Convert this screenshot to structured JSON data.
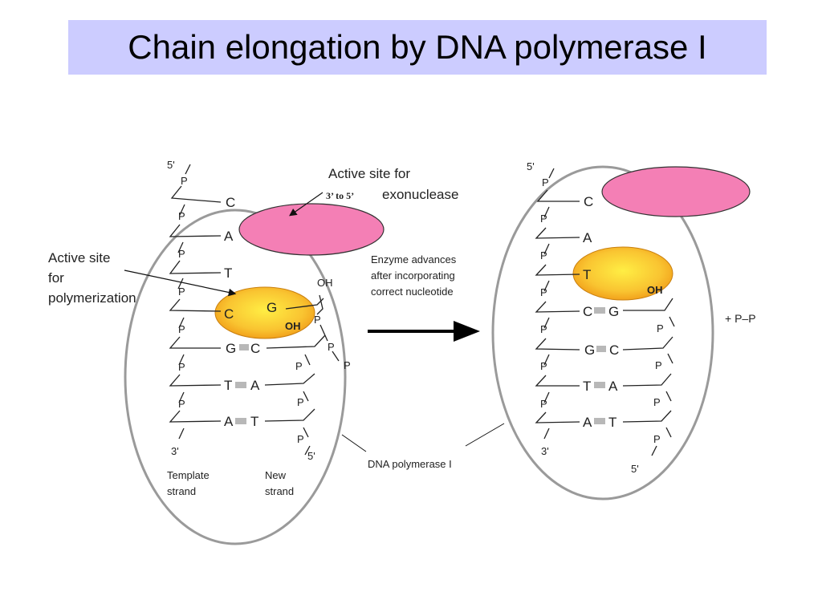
{
  "slide": {
    "title": "Chain elongation by DNA polymerase I"
  },
  "labels": {
    "active_site_exo_line1": "Active site for",
    "active_site_exo_line2": "exonuclease",
    "exo_direction": "3’ to 5’",
    "active_site_pol_line1": "Active site",
    "active_site_pol_line2": "for",
    "active_site_pol_line3": "polymerization",
    "enzyme_advances_line1": "Enzyme advances",
    "enzyme_advances_line2": "after incorporating",
    "enzyme_advances_line3": "correct nucleotide",
    "dna_polymerase": "DNA polymerase I",
    "template_line1": "Template",
    "template_line2": "strand",
    "new_line1": "New",
    "new_line2": "strand",
    "pyrophosphate": "+   P–P"
  },
  "end_labels": {
    "five_prime": "5'",
    "three_prime": "3'"
  },
  "symbols": {
    "phosphate": "P",
    "hydroxyl": "OH"
  },
  "left_panel": {
    "template_bases": [
      "C",
      "A",
      "T",
      "C",
      "G",
      "T",
      "A"
    ],
    "new_bases": [
      "G",
      "C",
      "A",
      "T"
    ]
  },
  "right_panel": {
    "template_bases": [
      "C",
      "A",
      "T",
      "C",
      "G",
      "T",
      "A"
    ],
    "new_bases": [
      "G",
      "C",
      "A",
      "T"
    ]
  },
  "colors": {
    "title_bg": "#ccccff",
    "exonuclease": "#f47fb5",
    "polymerase_center": "#ffee44",
    "polymerase_edge": "#f2a21c",
    "enzyme_outline": "#999999"
  }
}
